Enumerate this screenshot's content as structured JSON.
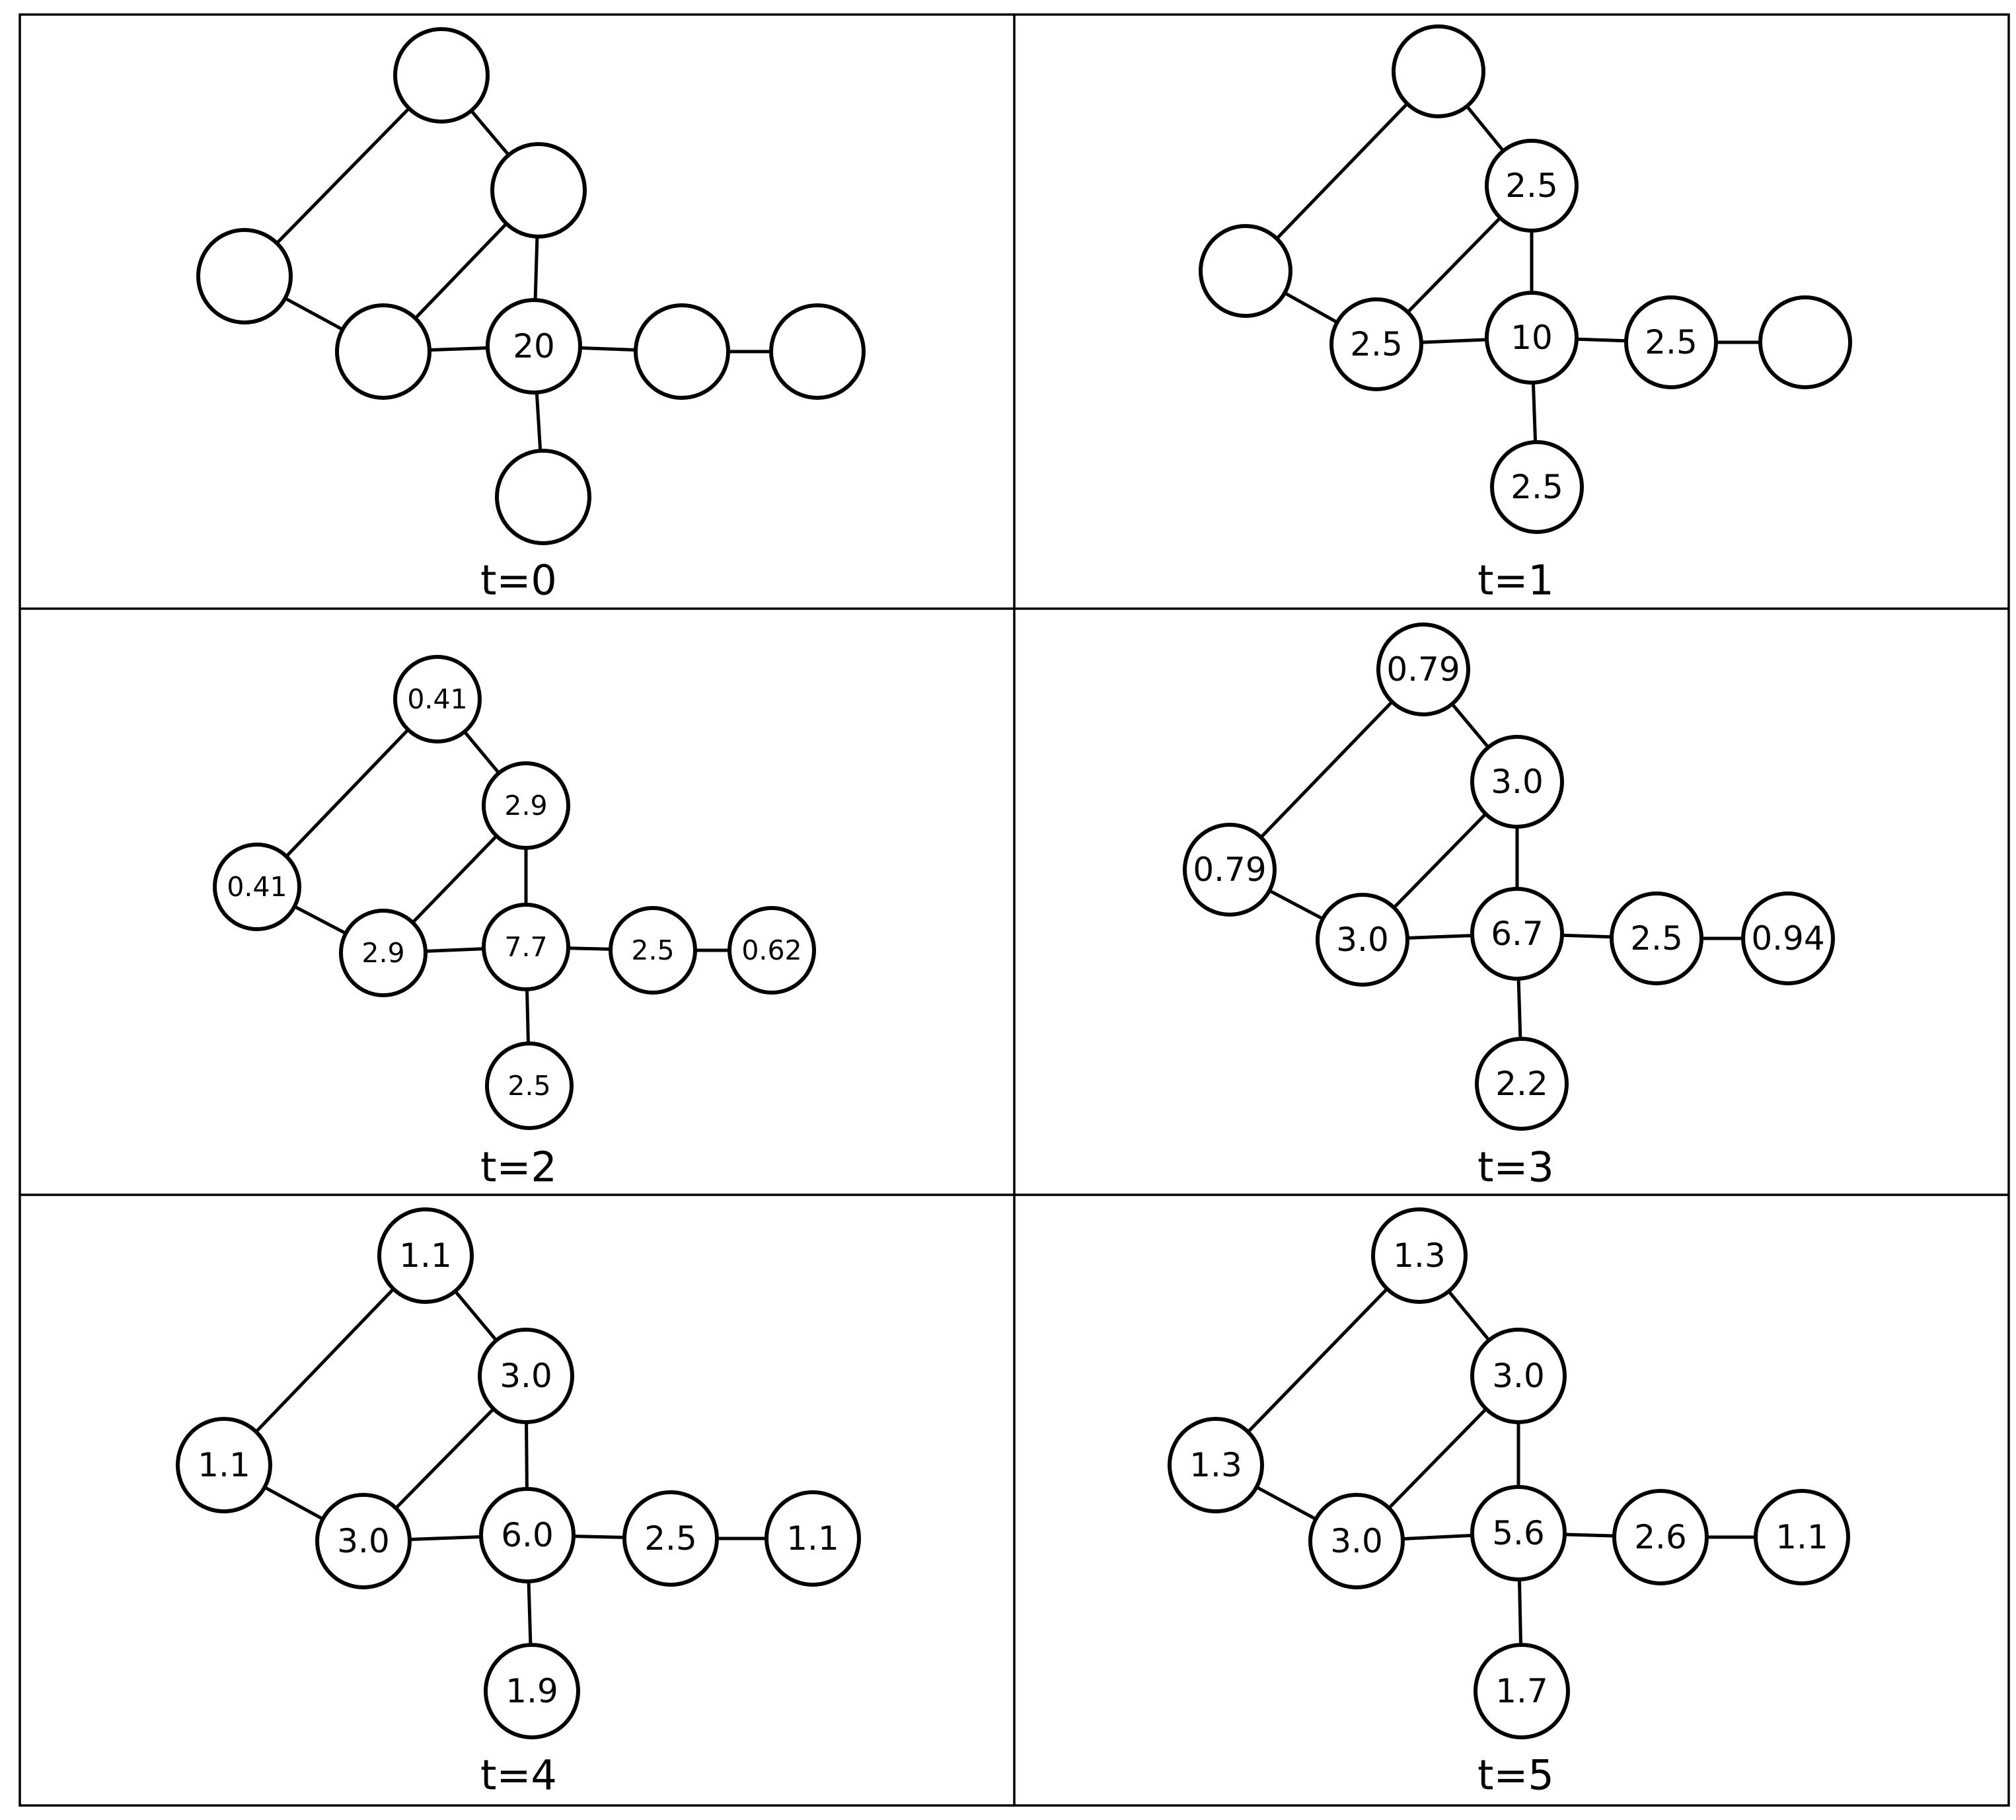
{
  "panels": [
    {
      "caption": "t=0",
      "values": [
        "",
        "",
        "",
        "",
        "20",
        "",
        "",
        "",
        ""
      ]
    },
    {
      "caption": "t=1",
      "values": [
        "",
        "2.5",
        "",
        "2.5",
        "10",
        "2.5",
        "",
        "2.5",
        ""
      ]
    },
    {
      "caption": "t=2",
      "values": [
        "0.41",
        "2.9",
        "0.41",
        "2.9",
        "7.7",
        "2.5",
        "0.62",
        "2.5",
        ""
      ]
    },
    {
      "caption": "t=3",
      "values": [
        "0.79",
        "3.0",
        "0.79",
        "3.0",
        "6.7",
        "2.5",
        "0.94",
        "2.2",
        ""
      ]
    },
    {
      "caption": "t=4",
      "values": [
        "1.1",
        "3.0",
        "1.1",
        "3.0",
        "6.0",
        "2.5",
        "1.1",
        "1.9",
        ""
      ]
    },
    {
      "caption": "t=5",
      "values": [
        "1.3",
        "3.0",
        "1.3",
        "3.0",
        "5.6",
        "2.6",
        "1.1",
        "1.7",
        ""
      ]
    }
  ],
  "nodes": [
    "top",
    "upper-mid",
    "left",
    "lower-left",
    "center",
    "right",
    "far-right",
    "bottom"
  ],
  "edges": [
    [
      "top",
      "upper-mid"
    ],
    [
      "top",
      "left"
    ],
    [
      "left",
      "lower-left"
    ],
    [
      "lower-left",
      "upper-mid"
    ],
    [
      "lower-left",
      "center"
    ],
    [
      "upper-mid",
      "center"
    ],
    [
      "center",
      "right"
    ],
    [
      "right",
      "far-right"
    ],
    [
      "center",
      "bottom"
    ]
  ]
}
